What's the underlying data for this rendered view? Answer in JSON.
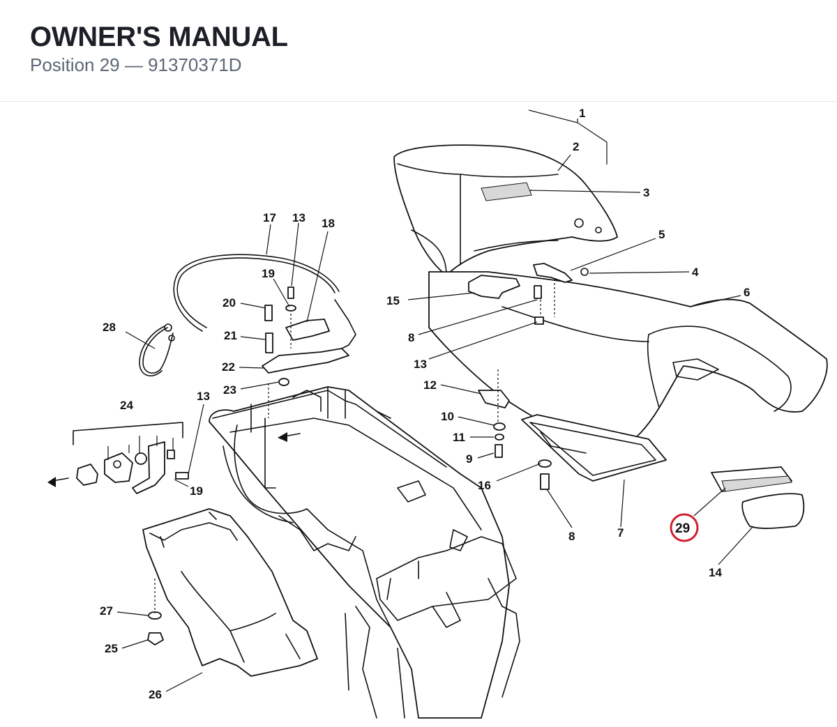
{
  "header": {
    "title": "OWNER'S MANUAL",
    "subtitle": "Position 29 — 91370371D"
  },
  "diagram": {
    "highlight_color": "#d0202c",
    "highlighted_label": "29",
    "labels": {
      "l1": "1",
      "l2": "2",
      "l3": "3",
      "l4": "4",
      "l5": "5",
      "l6": "6",
      "l7": "7",
      "l8a": "8",
      "l8b": "8",
      "l9": "9",
      "l10": "10",
      "l11": "11",
      "l12": "12",
      "l13a": "13",
      "l13b": "13",
      "l13c": "13",
      "l14": "14",
      "l15": "15",
      "l16": "16",
      "l17": "17",
      "l18": "18",
      "l19a": "19",
      "l19b": "19",
      "l20": "20",
      "l21": "21",
      "l22": "22",
      "l23": "23",
      "l24": "24",
      "l25": "25",
      "l26": "26",
      "l27": "27",
      "l28": "28",
      "l29": "29"
    }
  }
}
